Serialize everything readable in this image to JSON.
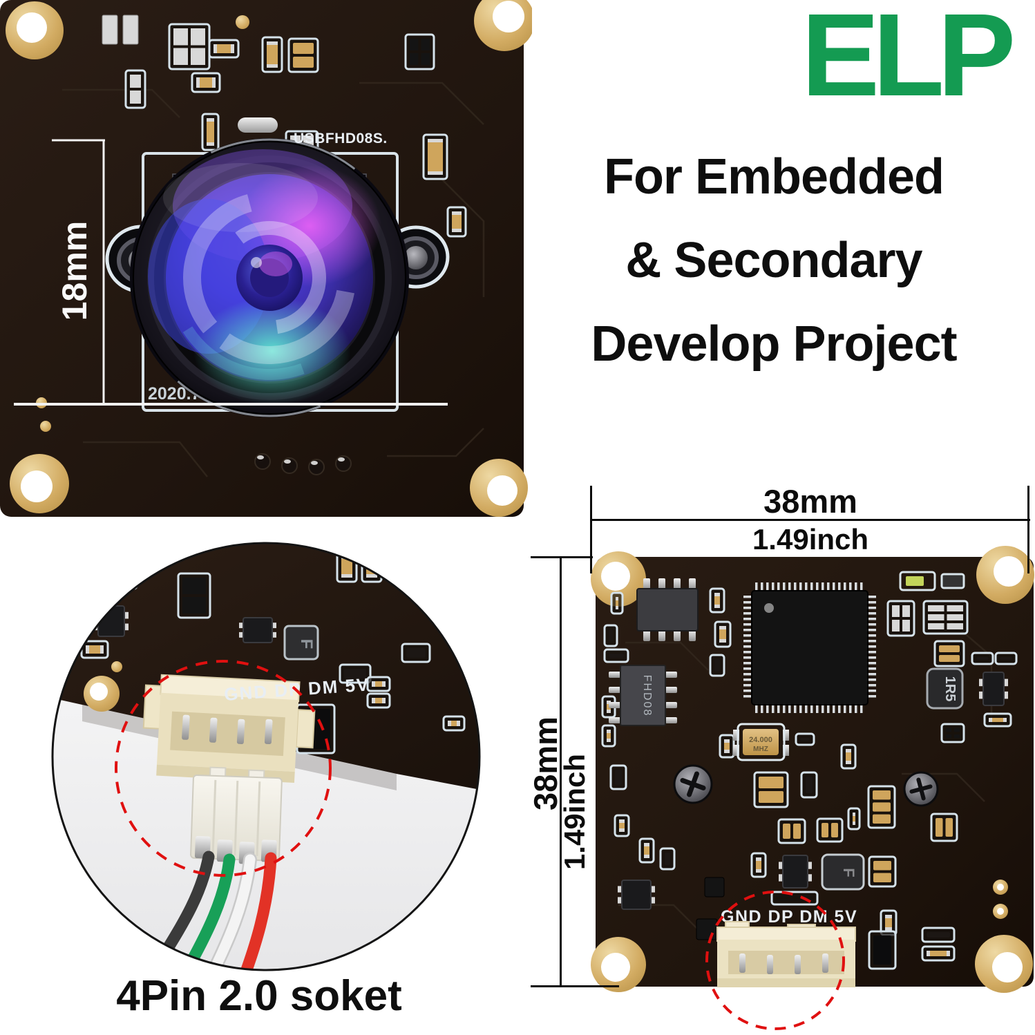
{
  "brand": {
    "logo_text": "ELP",
    "logo_color": "#149b52"
  },
  "headline": {
    "line1": "For Embedded",
    "line2": "& Secondary",
    "line3": "Develop Project"
  },
  "camera_front": {
    "dim_label": "18mm",
    "board_label": "USBFHD08S.",
    "date_label": "2020.7.5"
  },
  "socket_detail": {
    "pin_labels": "GND DP DM 5V",
    "caption": "4Pin 2.0 soket",
    "inductor_label": "F"
  },
  "camera_back": {
    "width_mm": "38mm",
    "width_inch": "1.49inch",
    "height_mm": "38mm",
    "height_inch": "1.49inch",
    "pin_labels": "GND DP DM 5V",
    "chip_label": "FHD08",
    "crystal_line1": "24.000",
    "crystal_line2": "MHZ",
    "inductor_label": "1R5",
    "inductor2_label": "F",
    "annotation_color": "#e01010"
  }
}
